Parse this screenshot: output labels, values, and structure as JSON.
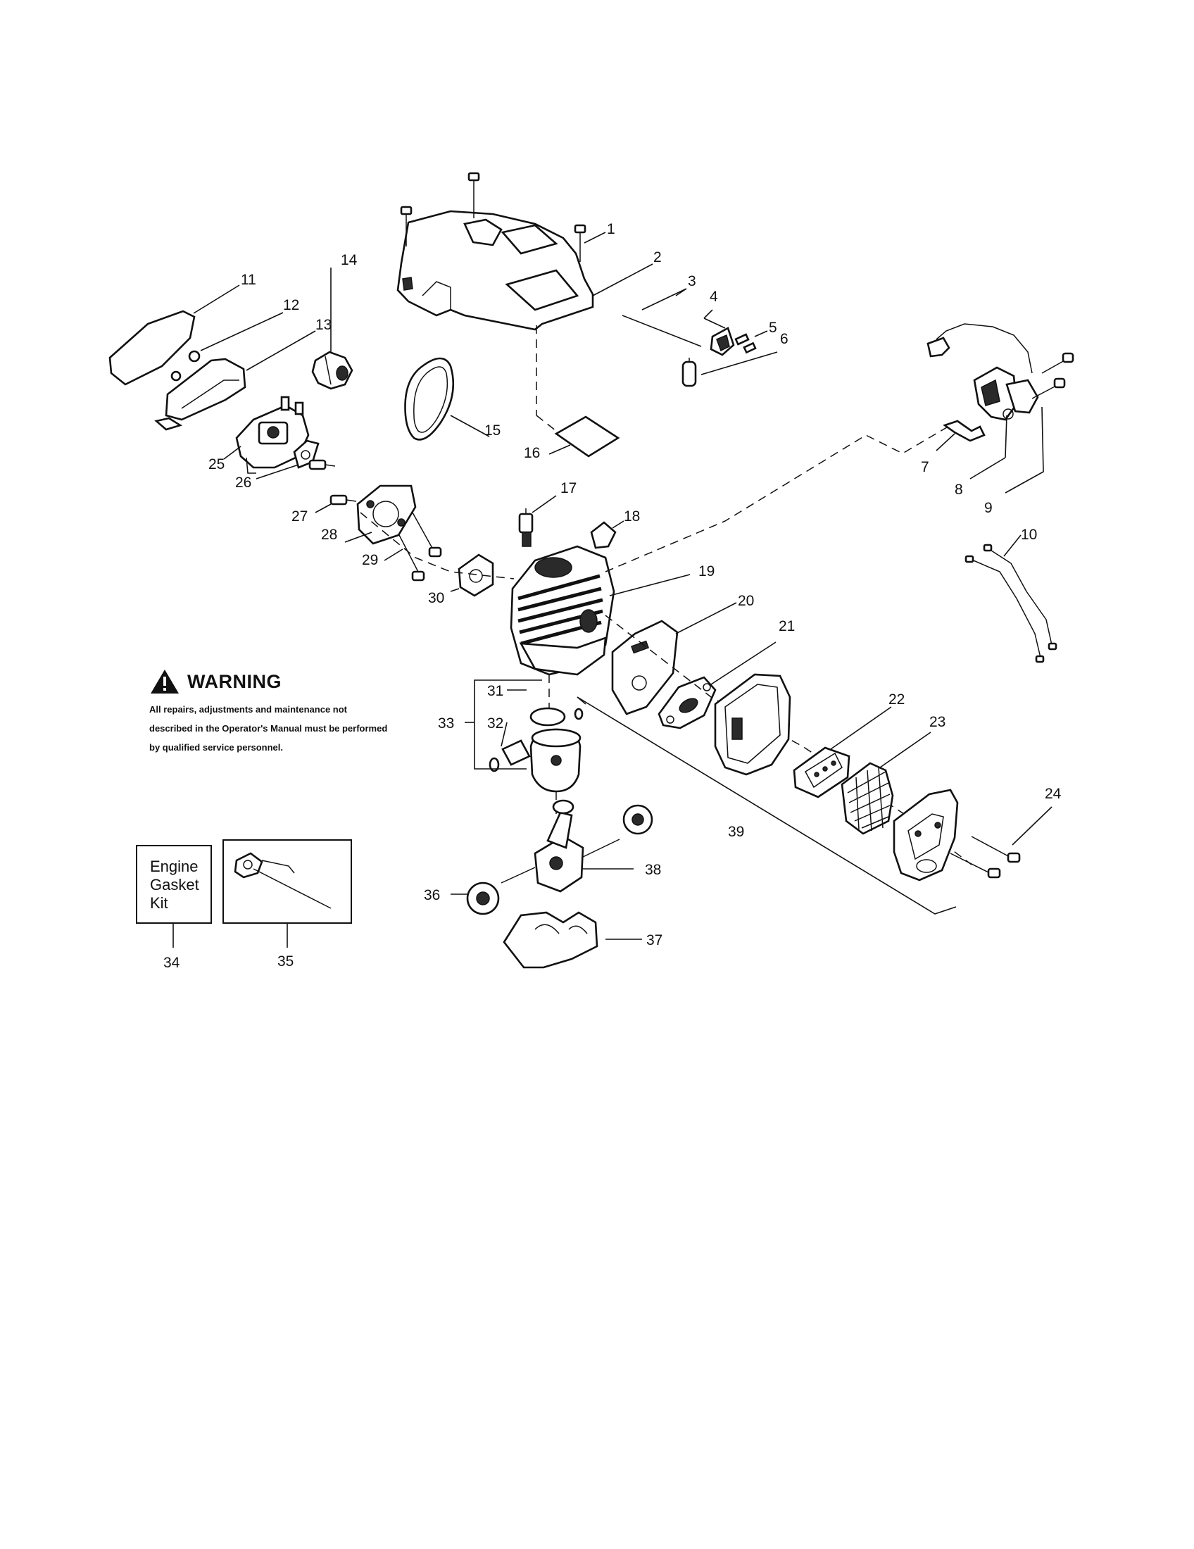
{
  "warning": {
    "title": "WARNING",
    "text": "All repairs, adjustments and maintenance not described in the Operator's Manual must be performed by qualified service personnel.",
    "icon": "warning-triangle-icon"
  },
  "kit": {
    "label": "Engine\nGasket\nKit"
  },
  "callouts": {
    "c1": "1",
    "c2": "2",
    "c3": "3",
    "c4": "4",
    "c5": "5",
    "c6": "6",
    "c7": "7",
    "c8": "8",
    "c9": "9",
    "c10": "10",
    "c11": "11",
    "c12": "12",
    "c13": "13",
    "c14": "14",
    "c15": "15",
    "c16": "16",
    "c17": "17",
    "c18": "18",
    "c19": "19",
    "c20": "20",
    "c21": "21",
    "c22": "22",
    "c23": "23",
    "c24": "24",
    "c25": "25",
    "c26": "26",
    "c27": "27",
    "c28": "28",
    "c29": "29",
    "c30": "30",
    "c31": "31",
    "c32": "32",
    "c33": "33",
    "c34": "34",
    "c35": "35",
    "c36": "36",
    "c37": "37",
    "c38": "38",
    "c39": "39"
  }
}
